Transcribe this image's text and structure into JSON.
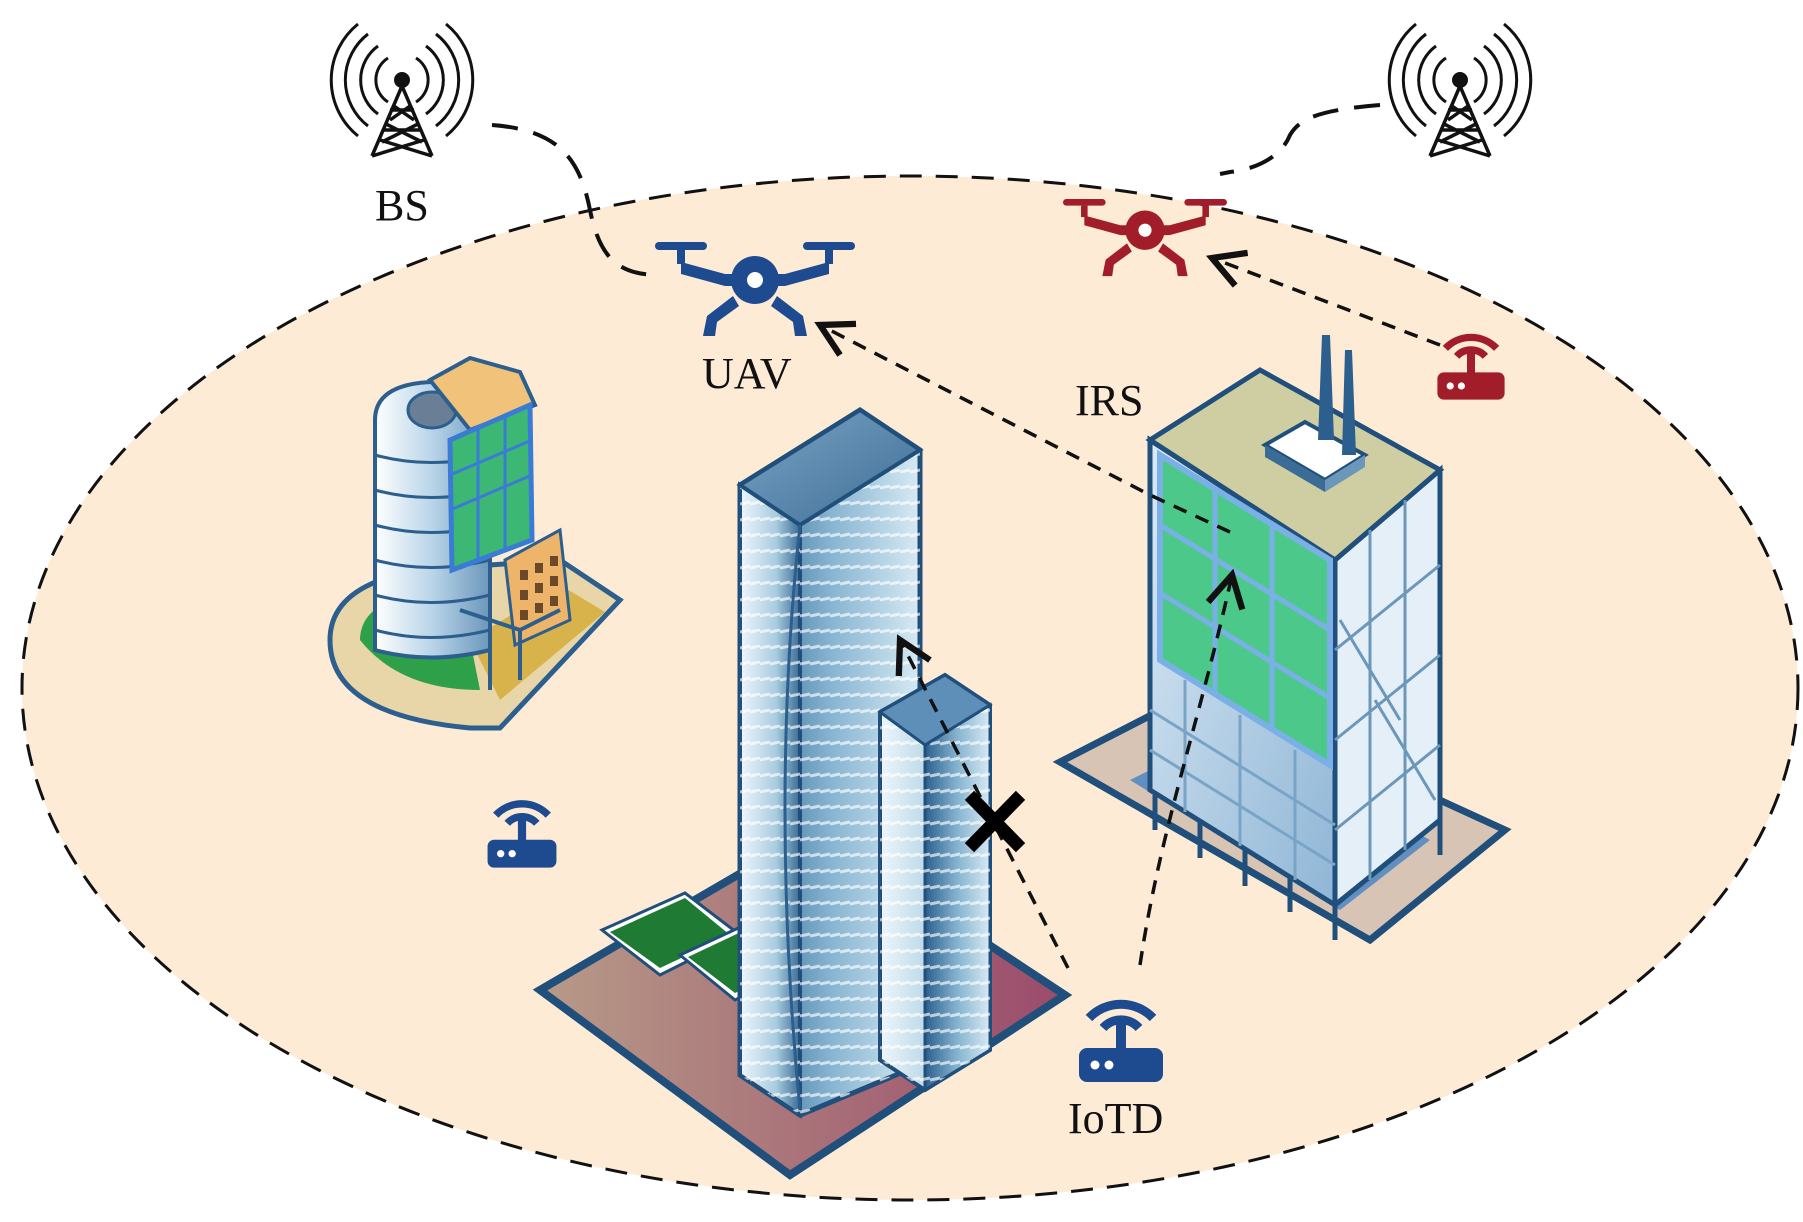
{
  "labels": {
    "bs": "BS",
    "uav": "UAV",
    "irs": "IRS",
    "iotd": "IoTD"
  },
  "colors": {
    "coverage_fill": "#fdebd6",
    "friendly": "#1e4a8f",
    "adversary": "#a11d2a",
    "irs_panel": "#4cc98a",
    "link": "#111111"
  },
  "icons": {
    "bs_left": "cell-tower-icon",
    "bs_right": "cell-tower-icon",
    "uav": "drone-icon",
    "eavesdropper_uav": "drone-icon",
    "iotd": "router-icon",
    "idle_iotd": "router-icon",
    "jammer": "router-icon",
    "blocked": "x-mark-icon"
  }
}
